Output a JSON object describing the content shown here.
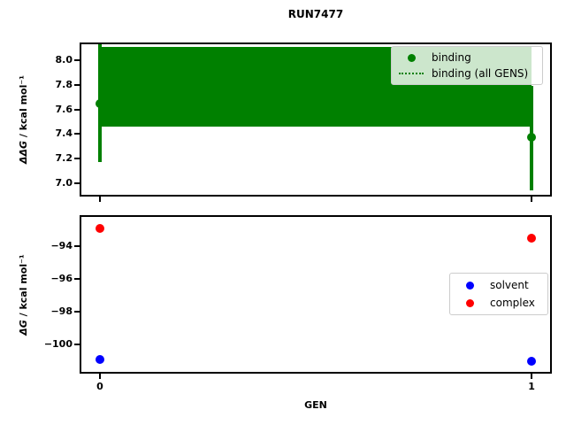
{
  "title": "RUN7477",
  "xlabel": "GEN",
  "colors": {
    "binding_green": "#008000",
    "solvent_blue": "#0000ff",
    "complex_red": "#ff0000",
    "axis_black": "#000000",
    "legend_border": "#cccccc"
  },
  "chart_data": [
    {
      "type": "scatter",
      "name": "ddg",
      "ylabel_math": "ΔΔG",
      "ylabel_rest": " / kcal mol⁻¹",
      "xlim": [
        -0.047,
        1.047
      ],
      "ylim": [
        6.89,
        8.145
      ],
      "yticks": [
        8.0,
        7.8,
        7.6,
        7.4,
        7.2,
        7.0
      ],
      "ytick_labels": [
        "8.0",
        "7.8",
        "7.6",
        "7.4",
        "7.2",
        "7.0"
      ],
      "xticks": [
        0,
        1
      ],
      "xtick_labels": [
        "",
        ""
      ],
      "grid": false,
      "legend_loc": "upper right",
      "band": {
        "label": "binding (all GENS)",
        "x0": 0,
        "x1": 1,
        "ylo": 7.46,
        "yhi": 8.11,
        "color": "#008000",
        "linestyle": "dotted"
      },
      "series": [
        {
          "name": "binding",
          "color": "#008000",
          "marker": "dot",
          "x": [
            0,
            1
          ],
          "y": [
            7.65,
            7.37
          ],
          "err_lo": [
            7.17,
            6.94
          ],
          "err_hi": [
            8.13,
            7.79
          ]
        }
      ],
      "legend": [
        {
          "label": "binding",
          "marker": "dot",
          "color": "#008000"
        },
        {
          "label": "binding (all GENS)",
          "marker": "dotted-line",
          "color": "#008000"
        }
      ]
    },
    {
      "type": "scatter",
      "name": "dg",
      "ylabel_math": "ΔG",
      "ylabel_rest": " / kcal mol⁻¹",
      "xlim": [
        -0.047,
        1.047
      ],
      "ylim": [
        -101.76,
        -92.11
      ],
      "yticks": [
        -94,
        -96,
        -98,
        -100
      ],
      "ytick_labels": [
        "−94",
        "−96",
        "−98",
        "−100"
      ],
      "xticks": [
        0,
        1
      ],
      "xtick_labels": [
        "0",
        "1"
      ],
      "grid": false,
      "legend_loc": "center right",
      "series": [
        {
          "name": "solvent",
          "color": "#0000ff",
          "marker": "dot",
          "x": [
            0,
            1
          ],
          "y": [
            -100.9,
            -101.0
          ]
        },
        {
          "name": "complex",
          "color": "#ff0000",
          "marker": "dot",
          "x": [
            0,
            1
          ],
          "y": [
            -92.9,
            -93.5
          ]
        }
      ],
      "legend": [
        {
          "label": "solvent",
          "marker": "dot",
          "color": "#0000ff"
        },
        {
          "label": "complex",
          "marker": "dot",
          "color": "#ff0000"
        }
      ]
    }
  ]
}
